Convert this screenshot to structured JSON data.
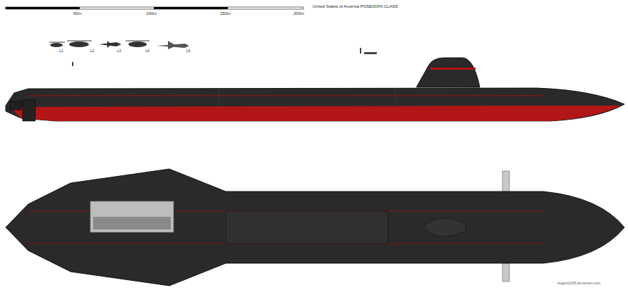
{
  "diagram": {
    "title": "United States of America POSEIDON CLASS",
    "labels": [
      "50m",
      "100m",
      "150m",
      "200m",
      "L1",
      "L2",
      "L3",
      "L4",
      "L5",
      "bugaro2005.deviantart.com"
    ]
  }
}
